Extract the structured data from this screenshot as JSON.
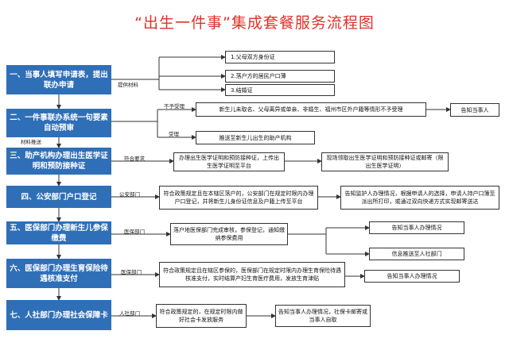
{
  "title": "“出生一件事”集成套餐服务流程图",
  "steps": [
    "一、当事人填写申请表，提出联办申请",
    "二、一件事联办系统一句要素自动预审",
    "三、助产机构办理出生医学证明和预防接种证",
    "四、公安部门户口登记",
    "五、医保部门办理新生儿参保缴费",
    "六、医保部门办理生育保险待遇核准支付",
    "七、人社部门办理社会保障卡"
  ],
  "materials": [
    "1.父母双方身份证",
    "2.落户方的居民户口薄",
    "3.结婚证"
  ],
  "labels": {
    "provide": "提供材料",
    "not_accept": "不予受理",
    "accept": "受理",
    "material_review": "材料推送",
    "meet": "符合要求",
    "police": "公安部门",
    "med1": "医保部门",
    "med2": "医保部门",
    "hr": "人社部门"
  },
  "boxes": {
    "reject": "新生儿未取名、父母离异或单亲、非婚生、福州市区外户籍等情形不予受理",
    "notify1": "告知当事人",
    "push": "推送至新生儿出生的助产机构",
    "cert": "办理出生医学证明和预防接种证，上传出生医学证明至平台",
    "cert_result": "现场领取出生医学证明和预防接种证或邮寄（限出生医学证明）",
    "hukou": "符合政策规定且在本辖区落户的，公安部门在规定时限内办理户口登记，并将新生儿身份证信息及户籍上传至平台",
    "hukou_result": "告知监护人办理情况，根据申请人的选择，申请人持户口簿至派出所打印，或通过双向快递方式实现邮寄送达",
    "insure": "落户地医保部门完成审核，参保登记，通知缴纳参保费用",
    "insure_r1": "告知当事人办理情况",
    "insure_r2": "信息推送至人社部门",
    "maternity": "符合政策规定且在辖区参保的，医保部门在规定时限内办理生育保险待遇核准支付，实时结算产妇生育医疗费用，发放生育津贴",
    "maternity_r": "告知当事人办理情况",
    "card": "符合政策规定的，在规定时限内做好社会卡发放服务",
    "card_r": "告知当事人办理情况，社保卡邮寄或当事人自取"
  }
}
